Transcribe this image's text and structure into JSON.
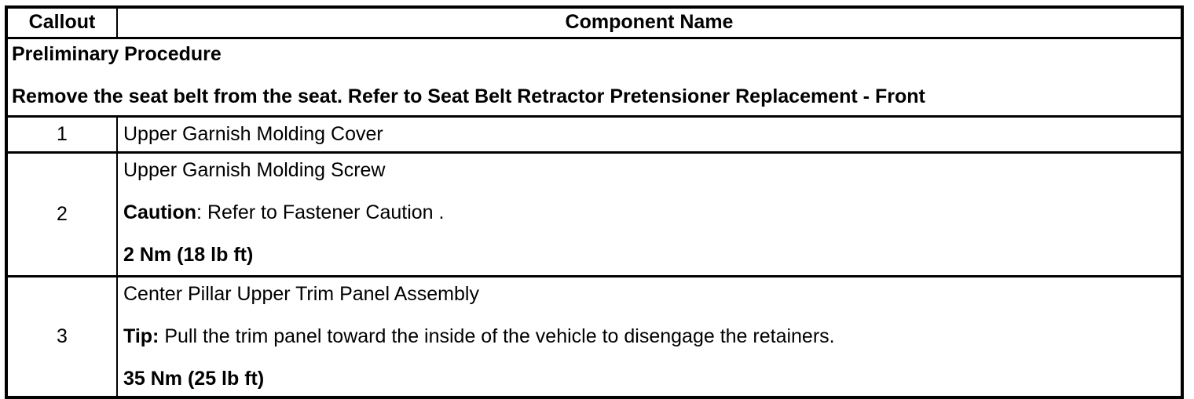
{
  "colors": {
    "table_border": "#000000",
    "background": "#ffffff",
    "text": "#000000"
  },
  "header": {
    "callout_label": "Callout",
    "component_label": "Component Name"
  },
  "preliminary": {
    "title": "Preliminary Procedure",
    "instruction": "Remove the seat belt from the seat. Refer to Seat Belt Retractor Pretensioner Replacement - Front"
  },
  "rows": [
    {
      "callout": "1",
      "paras": [
        {
          "regular": "Upper Garnish Molding Cover"
        }
      ]
    },
    {
      "callout": "2",
      "paras": [
        {
          "regular": "Upper Garnish Molding Screw"
        },
        {
          "bold": "Caution",
          "regular": ": Refer to Fastener Caution ."
        },
        {
          "bold": "2 Nm (18 lb ft)"
        }
      ]
    },
    {
      "callout": "3",
      "paras": [
        {
          "regular": "Center Pillar Upper Trim Panel Assembly"
        },
        {
          "bold": "Tip:",
          "regular": " Pull the trim panel toward the inside of the vehicle to disengage the retainers."
        },
        {
          "bold": "35 Nm (25 lb ft)"
        }
      ]
    }
  ]
}
